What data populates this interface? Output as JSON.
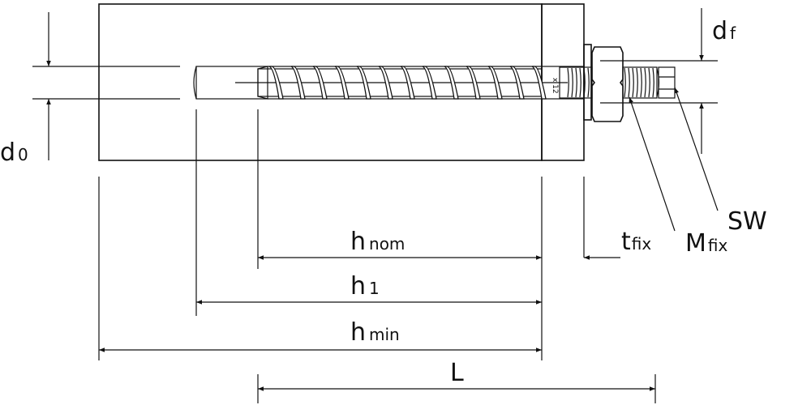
{
  "title": "Concrete screw anchor with threaded rod – installation dimensions",
  "labels": {
    "d0": {
      "main": "d",
      "sub": "0"
    },
    "df": {
      "main": "d",
      "sub": "f"
    },
    "hnom": {
      "main": "h",
      "sub": "nom"
    },
    "h1": {
      "main": "h",
      "sub": "1"
    },
    "hmin": {
      "main": "h",
      "sub": "min"
    },
    "L": {
      "main": "L"
    },
    "tfix": {
      "main": "t",
      "sub": "fix"
    },
    "Mfix": {
      "main": "M",
      "sub": "fix"
    },
    "SW": {
      "main": "SW"
    }
  },
  "screw_marking": "x 12",
  "colors": {
    "line": "#111111",
    "background": "#ffffff"
  }
}
